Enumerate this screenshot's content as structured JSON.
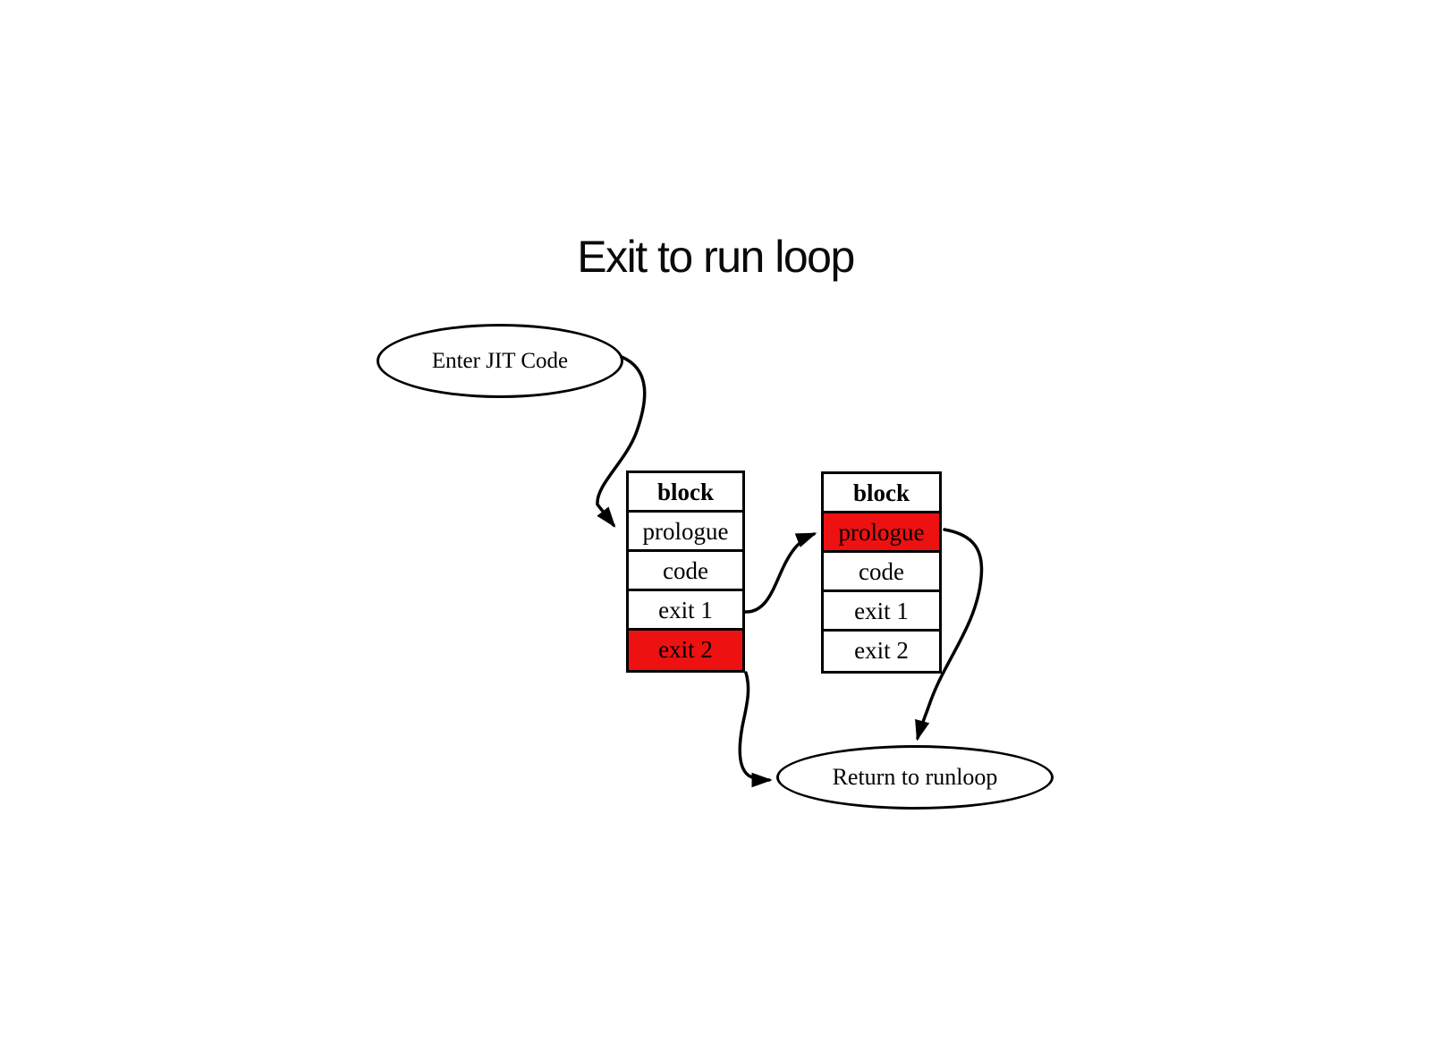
{
  "title": "Exit to run loop",
  "colors": {
    "highlight": "#ee1111",
    "line": "#000000",
    "background": "#ffffff"
  },
  "nodes": {
    "enter": {
      "label": "Enter JIT Code",
      "shape": "ellipse"
    },
    "return": {
      "label": "Return to runloop",
      "shape": "ellipse"
    }
  },
  "blocks": {
    "left": {
      "header": "block",
      "rows": [
        "prologue",
        "code",
        "exit 1",
        "exit 2"
      ],
      "highlighted_row": "exit 2"
    },
    "right": {
      "header": "block",
      "rows": [
        "prologue",
        "code",
        "exit 1",
        "exit 2"
      ],
      "highlighted_row": "prologue"
    }
  },
  "edges": [
    {
      "from": "enter-jit-code",
      "to": "left-block.prologue"
    },
    {
      "from": "left-block.exit 1",
      "to": "right-block.prologue"
    },
    {
      "from": "right-block.prologue",
      "to": "return-to-runloop"
    },
    {
      "from": "left-block.exit 2",
      "to": "return-to-runloop"
    }
  ]
}
